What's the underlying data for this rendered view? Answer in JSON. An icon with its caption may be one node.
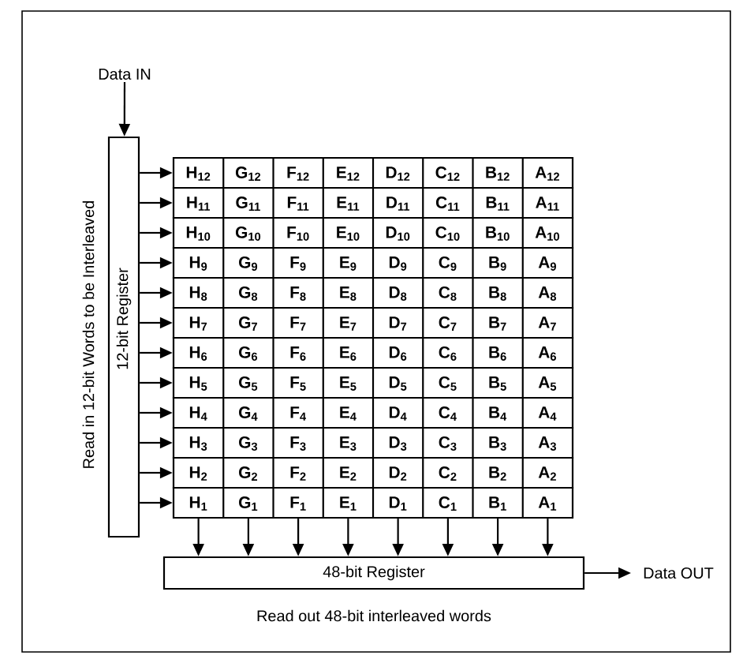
{
  "diagram": {
    "nodes": [
      {
        "text": [
          "Data IN"
        ]
      },
      {
        "text": [
          "12-bit Register"
        ]
      },
      {
        "text": [
          "H$_{12}$",
          "G$_{12}$",
          "F$_{12}$",
          "E$_{12}$",
          "D$_{12}$",
          "C$_{12}$",
          "B$_{12}$",
          "A$_{12}$"
        ]
      },
      {
        "text": [
          "H$_{11}$",
          "G$_{11}$",
          "F$_{11}$",
          "E$_{11}$",
          "D$_{11}$",
          "C$_{11}$",
          "B$_{11}$",
          "A$_{11}$"
        ]
      },
      {
        "text": [
          "H$_{10}$",
          "G$_{10}$",
          "F$_{10}$",
          "E$_{10}$",
          "D$_{10}$",
          "C$_{10}$",
          "B$_{10}$",
          "A$_{10}$"
        ]
      },
      {
        "text": [
          "H$_{9}$",
          "G$_{9}$",
          "F$_{9}$",
          "E$_{9}$",
          "D$_{9}$",
          "C$_{9}$",
          "B$_{9}$",
          "A$_{9}$"
        ]
      },
      {
        "text": [
          "H$_{8}$",
          "G$_{8}$",
          "F$_{8}$",
          "E$_{8}$",
          "D$_{8}$",
          "C$_{8}$",
          "B$_{8}$",
          "A$_{8}$"
        ]
      },
      {
        "text": [
          "H$_{7}$",
          "G$_{7}$",
          "F$_{7}$",
          "E$_{7}$",
          "D$_{7}$",
          "C$_{7}$",
          "B$_{7}$",
          "A$_{7}$"
        ]
      },
      {
        "text": [
          "H$_{6}$",
          "G$_{6}$",
          "F$_{6}$",
          "E$_{6}$",
          "D$_{6}$",
          "C$_{6}$",
          "B$_{6}$",
          "A$_{6}$"
        ]
      },
      {
        "text": [
          "H$_{5}$",
          "G$_{5}$",
          "F$_{5}$",
          "E$_{5}$",
          "D$_{5}$",
          "C$_{5}$",
          "B$_{5}$",
          "A$_{5}$"
        ]
      },
      {
        "text": [
          "H$_{4}$",
          "G$_{4}$",
          "F$_{4}$",
          "E$_{4}$",
          "D$_{4}$",
          "C$_{4}$",
          "B$_{4}$",
          "A$_{4}$"
        ]
      },
      {
        "text": [
          "H$_{3}$",
          "G$_{3}$",
          "F$_{3}$",
          "E$_{3}$",
          "D$_{3}$",
          "C$_{3}$",
          "B$_{3}$",
          "A$_{3}$"
        ]
      },
      {
        "text": [
          "H$_{2}$",
          "G$_{2}$",
          "F$_{2}$",
          "E$_{2}$",
          "D$_{2}$",
          "C$_{2}$",
          "B$_{2}$",
          "A$_{2}$"
        ]
      },
      {
        "text": [
          "H$_{1}$",
          "G$_{1}$",
          "F$_{1}$",
          "E$_{1}$",
          "D$_{1}$",
          "C$_{1}$",
          "B$_{1}$",
          "A$_{1}$"
        ]
      },
      {
        "text": [
          "48-bit Register"
        ]
      },
      {
        "text": [
          "Data OUT"
        ]
      }
    ],
    "edges": [
      {
        "from": 0,
        "to": 1,
        "arrow": "to"
      },
      {
        "from": 1,
        "to": 2,
        "arrow": "to"
      },
      {
        "from": 1,
        "to": 3,
        "arrow": "to"
      },
      {
        "from": 1,
        "to": 4,
        "arrow": "to"
      },
      {
        "from": 1,
        "to": 5,
        "arrow": "to"
      },
      {
        "from": 1,
        "to": 6,
        "arrow": "to"
      },
      {
        "from": 1,
        "to": 7,
        "arrow": "to"
      },
      {
        "from": 1,
        "to": 8,
        "arrow": "to"
      },
      {
        "from": 1,
        "to": 9,
        "arrow": "to"
      },
      {
        "from": 1,
        "to": 10,
        "arrow": "to"
      },
      {
        "from": 1,
        "to": 11,
        "arrow": "to"
      },
      {
        "from": 1,
        "to": 12,
        "arrow": "to"
      },
      {
        "from": 1,
        "to": 13,
        "arrow": "to"
      },
      {
        "from": 13,
        "to": 14,
        "arrow": "to"
      },
      {
        "from": 13,
        "to": 14,
        "arrow": "to"
      },
      {
        "from": 13,
        "to": 14,
        "arrow": "to"
      },
      {
        "from": 13,
        "to": 14,
        "arrow": "to"
      },
      {
        "from": 13,
        "to": 14,
        "arrow": "to"
      },
      {
        "from": 13,
        "to": 14,
        "arrow": "to"
      },
      {
        "from": 13,
        "to": 14,
        "arrow": "to"
      },
      {
        "from": 13,
        "to": 14,
        "arrow": "to"
      },
      {
        "from": 14,
        "to": 15,
        "arrow": "to"
      }
    ],
    "labels": [
      "Read in 12-bit Words to be Interleaved",
      "Read out 48-bit interleaved words"
    ]
  }
}
